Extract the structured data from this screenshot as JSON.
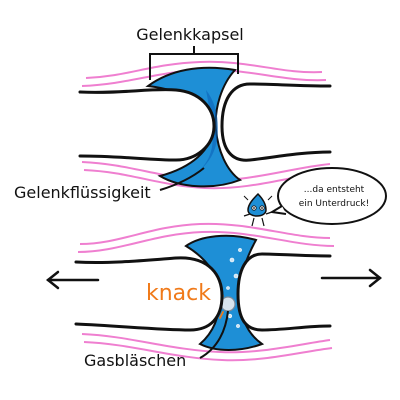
{
  "labels": {
    "capsule": "Gelenkkapsel",
    "fluid": "Gelenkflüssigkeit",
    "bubble": "Gasbläschen",
    "crack": "knack"
  },
  "speech": {
    "line1": "...da entsteht",
    "line2": "ein Unterdruck!"
  },
  "colors": {
    "fluid": "#1e8fd6",
    "fluid_dark": "#0b63b8",
    "capsule_line": "#ef7fd0",
    "outline": "#111111",
    "crack": "#f07a1a",
    "bubble": "#d8e4ee"
  },
  "icons": {
    "mascot": "blue-droplet-character",
    "arrow_left": "left-arrow",
    "arrow_right": "right-arrow"
  }
}
